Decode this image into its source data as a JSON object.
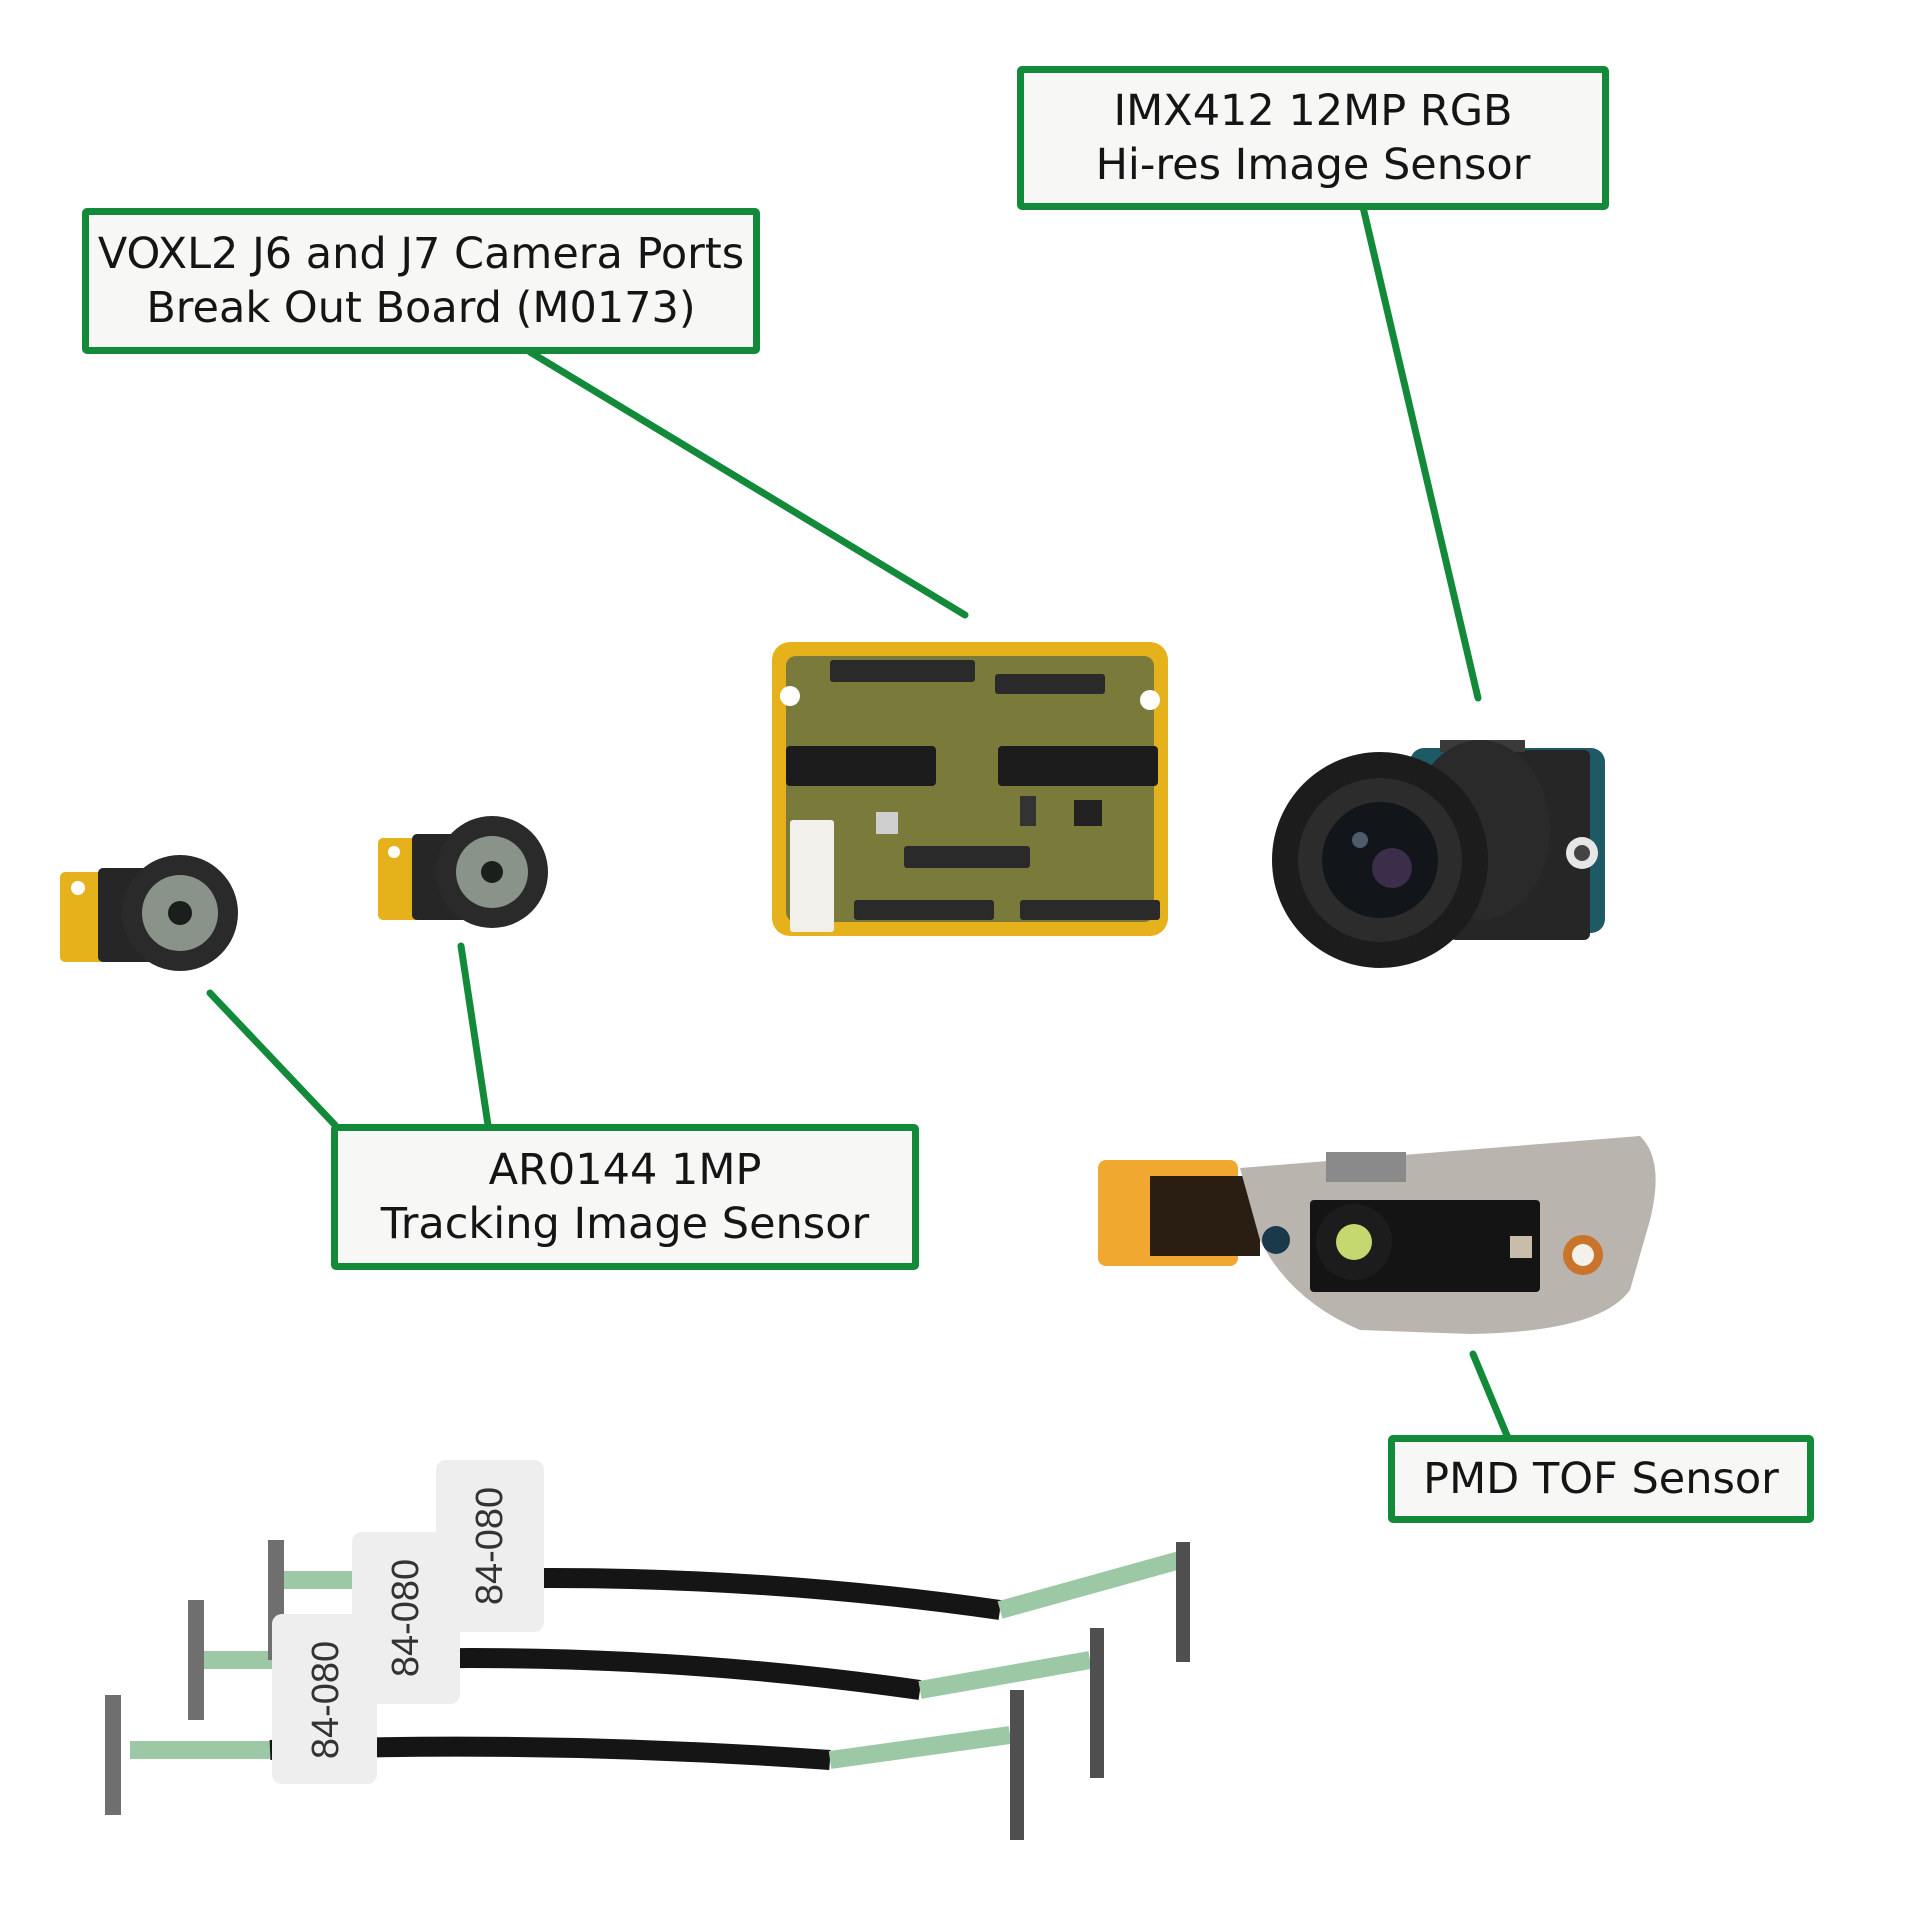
{
  "colors": {
    "accent": "#138a3a",
    "label_bg": "#f7f7f5",
    "pcb": "#e5b21c",
    "lens": "#1c1c1c",
    "cable_wire": "#9cc8a6",
    "tof_plate": "#b9b4ae"
  },
  "labels": {
    "imx412": {
      "line1": "IMX412 12MP RGB",
      "line2": "Hi-res Image Sensor"
    },
    "voxl2": {
      "line1": "VOXL2 J6 and J7 Camera Ports",
      "line2": "Break Out Board (M0173)"
    },
    "ar0144": {
      "line1": "AR0144 1MP",
      "line2": "Tracking Image Sensor"
    },
    "pmd_tof": {
      "line1": "PMD TOF Sensor"
    }
  },
  "cable_tags": [
    "84-080",
    "84-080",
    "84-080"
  ]
}
